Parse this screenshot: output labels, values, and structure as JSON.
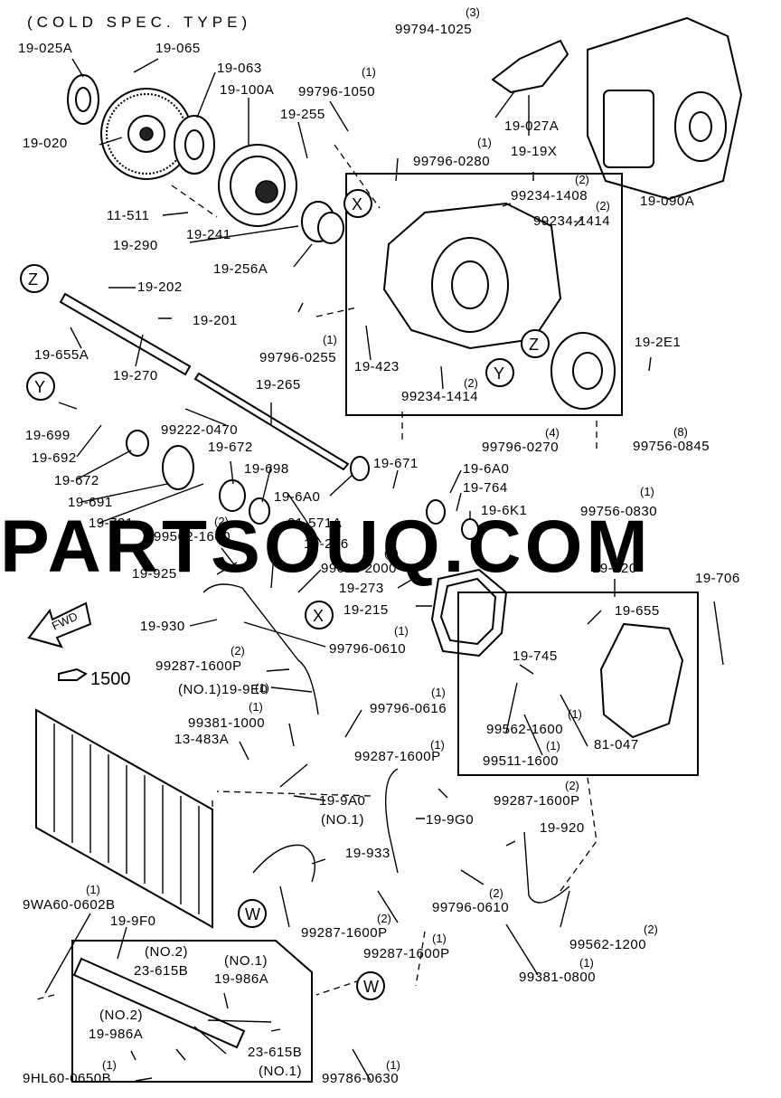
{
  "header": {
    "spec": "(COLD SPEC. TYPE)"
  },
  "watermark": "PARTSOUQ.COM",
  "reference": {
    "arrow_icon": "pointing-hand-icon",
    "number": "1500"
  },
  "fwd_label": "FWD",
  "callouts": [
    "X",
    "Y",
    "Z",
    "Z",
    "Y",
    "X",
    "W",
    "W"
  ],
  "labels": [
    "19-025A",
    "19-065",
    "19-063",
    "19-100A",
    "99796-1050",
    "99794-1025",
    "19-027A",
    "19-020",
    "19-255",
    "99796-0280",
    "19-19X",
    "99234-1408",
    "99234-1414",
    "11-511",
    "19-290",
    "19-241",
    "19-256A",
    "19-090A",
    "19-202",
    "19-201",
    "19-655A",
    "19-270",
    "99796-0255",
    "19-423",
    "99234-1414",
    "19-2E1",
    "19-265",
    "19-699",
    "99222-0470",
    "19-692",
    "19-672",
    "19-672",
    "19-698",
    "19-671",
    "19-6A0",
    "19-691",
    "19-721",
    "19-6A0",
    "19-764",
    "19-6K1",
    "21-571A",
    "99756-0845",
    "99796-0270",
    "99756-0830",
    "99562-1600",
    "19-256",
    "19-925",
    "99611-2000",
    "19-273",
    "19-215",
    "19-220",
    "19-706",
    "19-655",
    "19-930",
    "99796-0610",
    "99287-1600P",
    "19-745",
    "(NO.1)19-9E0",
    "99796-0616",
    "99381-1000",
    "99562-1600",
    "13-483A",
    "99287-1600P",
    "99511-1600",
    "81-047",
    "19-9A0",
    "(NO.1)",
    "99287-1600P",
    "19-9G0",
    "19-920",
    "19-933",
    "9WA60-0602B",
    "99796-0610",
    "99287-1600P",
    "99562-1200",
    "19-9F0",
    "99287-1600P",
    "(NO.2)",
    "23-615B",
    "(NO.1)",
    "19-986A",
    "99381-0800",
    "(NO.2)",
    "19-986A",
    "23-615B",
    "(NO.1)",
    "9HL60-0650B",
    "99786-0630"
  ],
  "quantities": [
    "(3)",
    "(1)",
    "(1)",
    "(2)",
    "(2)",
    "(1)",
    "(2)",
    "(4)",
    "(8)",
    "(1)",
    "(2)",
    "(1)",
    "(1)",
    "(1)",
    "(2)",
    "(1)",
    "(1)",
    "(1)",
    "(1)",
    "(2)",
    "(2)",
    "(2)",
    "(1)",
    "(1)",
    "(2)",
    "(1)",
    "(1)",
    "(1)",
    "(1)"
  ],
  "icons": {
    "flywheel": "flywheel-icon",
    "torque_converter": "torque-converter-icon",
    "transaxle": "transaxle-assembly-icon",
    "radiator": "radiator-icon",
    "bolt": "bolt-icon",
    "oil_cooler": "oil-cooler-icon"
  }
}
